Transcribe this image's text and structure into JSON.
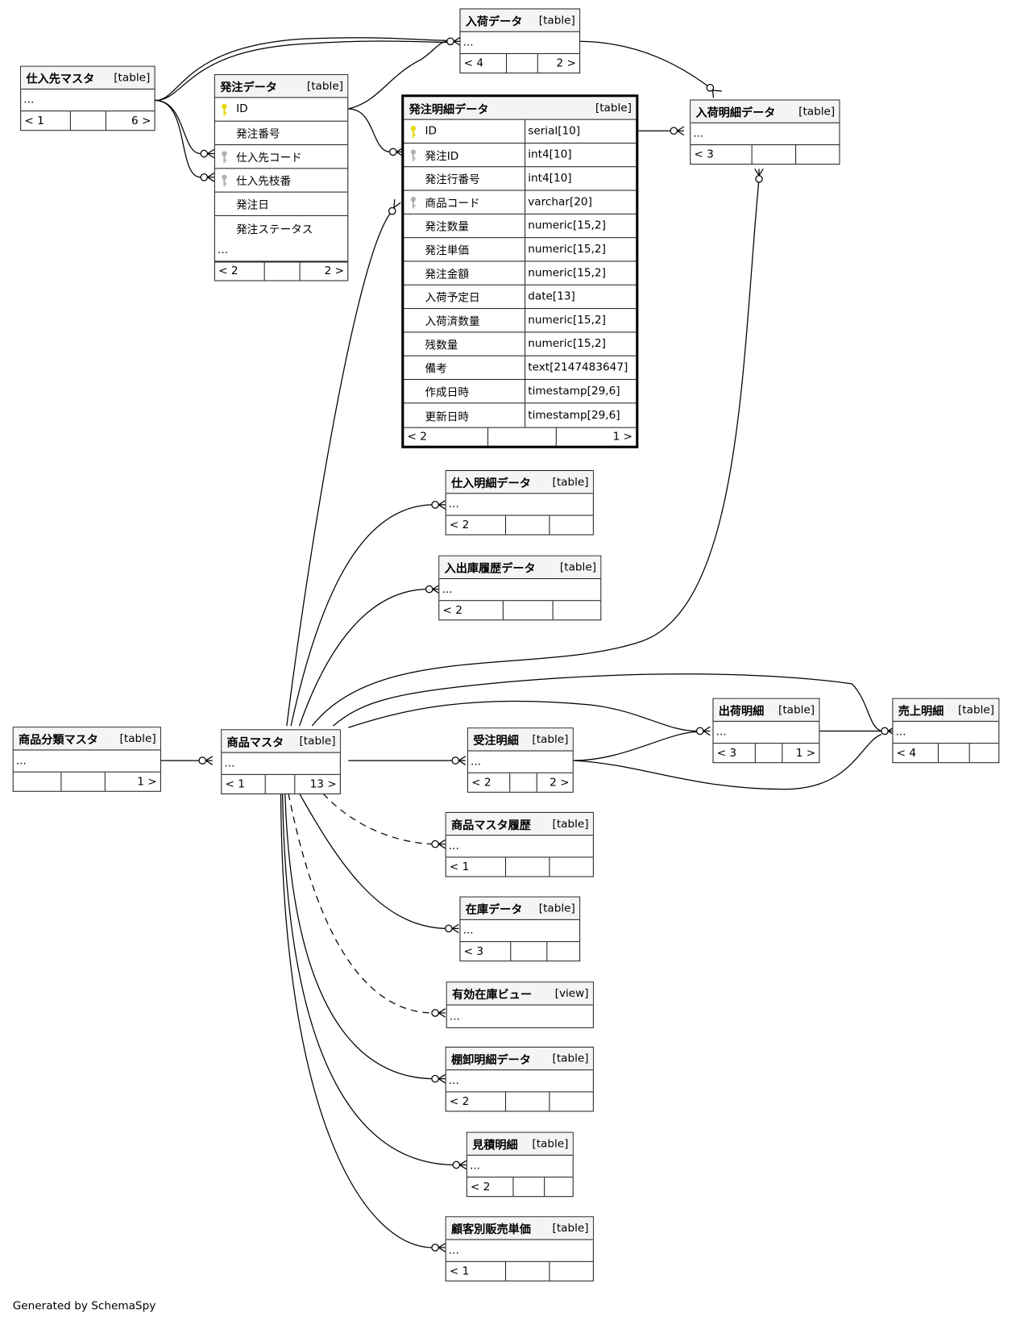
{
  "footer_text": "Generated by SchemaSpy",
  "colors": {
    "pk_key": "#e6d800",
    "fk_key": "#b0b0b0",
    "header_bg": "#f4f4f4",
    "border": "#222222"
  },
  "tables": {
    "shiiresaki": {
      "name": "仕入先マスタ",
      "type": "[table]",
      "ellipsis": "...",
      "footer": [
        "< 1",
        "",
        "6 >"
      ]
    },
    "nyuka": {
      "name": "入荷データ",
      "type": "[table]",
      "ellipsis": "...",
      "footer": [
        "< 4",
        "",
        "2 >"
      ]
    },
    "hacchu": {
      "name": "発注データ",
      "type": "[table]",
      "ellipsis": "...",
      "footer": [
        "< 2",
        "",
        "2 >"
      ],
      "columns": [
        {
          "name": "ID",
          "key": "pk"
        },
        {
          "name": "発注番号",
          "key": ""
        },
        {
          "name": "仕入先コード",
          "key": "fk"
        },
        {
          "name": "仕入先枝番",
          "key": "fk"
        },
        {
          "name": "発注日",
          "key": ""
        },
        {
          "name": "発注ステータス",
          "key": ""
        }
      ]
    },
    "hacchu_meisai": {
      "name": "発注明細データ",
      "type": "[table]",
      "footer": [
        "< 2",
        "",
        "1 >"
      ],
      "columns": [
        {
          "name": "ID",
          "type": "serial[10]",
          "key": "pk"
        },
        {
          "name": "発注ID",
          "type": "int4[10]",
          "key": "fk"
        },
        {
          "name": "発注行番号",
          "type": "int4[10]",
          "key": ""
        },
        {
          "name": "商品コード",
          "type": "varchar[20]",
          "key": "fk"
        },
        {
          "name": "発注数量",
          "type": "numeric[15,2]",
          "key": ""
        },
        {
          "name": "発注単価",
          "type": "numeric[15,2]",
          "key": ""
        },
        {
          "name": "発注金額",
          "type": "numeric[15,2]",
          "key": ""
        },
        {
          "name": "入荷予定日",
          "type": "date[13]",
          "key": ""
        },
        {
          "name": "入荷済数量",
          "type": "numeric[15,2]",
          "key": ""
        },
        {
          "name": "残数量",
          "type": "numeric[15,2]",
          "key": ""
        },
        {
          "name": "備考",
          "type": "text[2147483647]",
          "key": ""
        },
        {
          "name": "作成日時",
          "type": "timestamp[29,6]",
          "key": ""
        },
        {
          "name": "更新日時",
          "type": "timestamp[29,6]",
          "key": ""
        }
      ]
    },
    "nyuka_meisai": {
      "name": "入荷明細データ",
      "type": "[table]",
      "ellipsis": "...",
      "footer": [
        "< 3",
        "",
        ""
      ]
    },
    "shiire_meisai": {
      "name": "仕入明細データ",
      "type": "[table]",
      "ellipsis": "...",
      "footer": [
        "< 2",
        "",
        ""
      ]
    },
    "nyushukko": {
      "name": "入出庫履歴データ",
      "type": "[table]",
      "ellipsis": "...",
      "footer": [
        "< 2",
        "",
        ""
      ]
    },
    "bunrui": {
      "name": "商品分類マスタ",
      "type": "[table]",
      "ellipsis": "...",
      "footer": [
        "",
        "",
        "1 >"
      ]
    },
    "shohin": {
      "name": "商品マスタ",
      "type": "[table]",
      "ellipsis": "...",
      "footer": [
        "< 1",
        "",
        "13 >"
      ]
    },
    "juchu_meisai": {
      "name": "受注明細",
      "type": "[table]",
      "ellipsis": "...",
      "footer": [
        "< 2",
        "",
        "2 >"
      ]
    },
    "shukka_meisai": {
      "name": "出荷明細",
      "type": "[table]",
      "ellipsis": "...",
      "footer": [
        "< 3",
        "",
        "1 >"
      ]
    },
    "uriage_meisai": {
      "name": "売上明細",
      "type": "[table]",
      "ellipsis": "...",
      "footer": [
        "< 4",
        "",
        ""
      ]
    },
    "shohin_rireki": {
      "name": "商品マスタ履歴",
      "type": "[table]",
      "ellipsis": "...",
      "footer": [
        "< 1",
        "",
        ""
      ]
    },
    "zaiko": {
      "name": "在庫データ",
      "type": "[table]",
      "ellipsis": "...",
      "footer": [
        "< 3",
        "",
        ""
      ]
    },
    "yuko_zaiko": {
      "name": "有効在庫ビュー",
      "type": "[view]",
      "ellipsis": "..."
    },
    "tanaoroshi": {
      "name": "棚卸明細データ",
      "type": "[table]",
      "ellipsis": "...",
      "footer": [
        "< 2",
        "",
        ""
      ]
    },
    "mitsumori": {
      "name": "見積明細",
      "type": "[table]",
      "ellipsis": "...",
      "footer": [
        "< 2",
        "",
        ""
      ]
    },
    "kokyaku_tanka": {
      "name": "顧客別販売単価",
      "type": "[table]",
      "ellipsis": "...",
      "footer": [
        "< 1",
        "",
        ""
      ]
    }
  }
}
